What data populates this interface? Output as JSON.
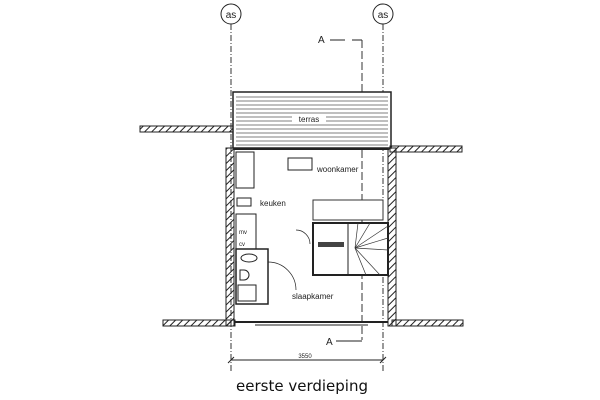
{
  "grid_labels": {
    "left": "as",
    "right": "as"
  },
  "section_marker": {
    "top": "A",
    "bottom": "A"
  },
  "rooms": {
    "terrace": "terras",
    "living": "woonkamer",
    "kitchen": "keuken",
    "bedroom": "slaapkamer"
  },
  "fixtures": {
    "mv": "mv",
    "cv": "cv"
  },
  "dimension": "3550",
  "title": "eerste verdieping"
}
